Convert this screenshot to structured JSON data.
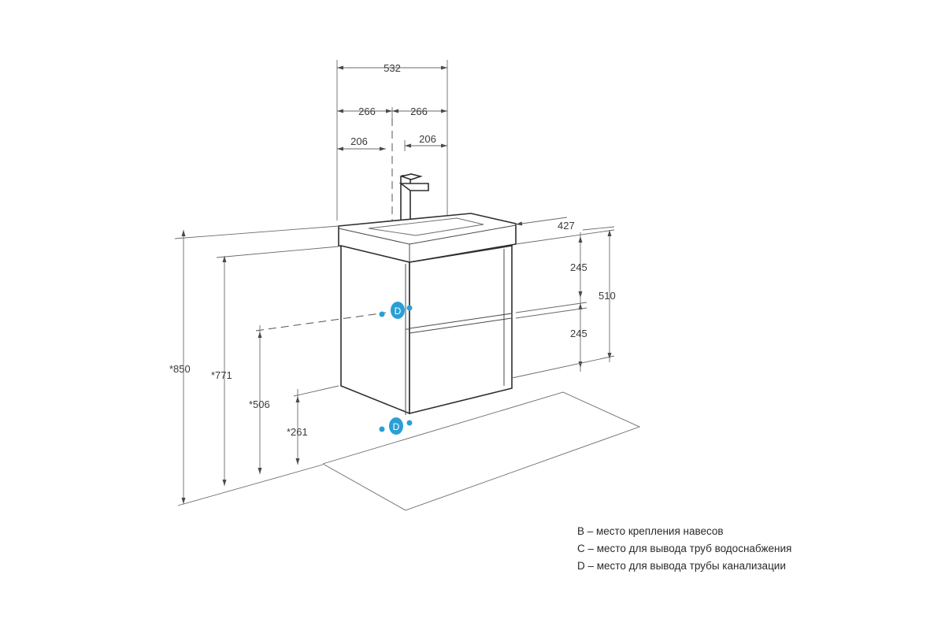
{
  "dimensions": {
    "total_width": "532",
    "half_left": "266",
    "half_right": "266",
    "offset_left": "206",
    "offset_right": "206",
    "depth": "427",
    "height_upper": "245",
    "height_lower": "245",
    "height_total_side": "510",
    "height_850": "*850",
    "height_771": "*771",
    "height_506": "*506",
    "height_261": "*261"
  },
  "markers": {
    "upper": "D",
    "lower": "D"
  },
  "legend": [
    "B – место крепления навесов",
    "C – место для вывода труб водоснабжения",
    "D – место для вывода трубы канализации"
  ],
  "colors": {
    "marker": "#2a9fd6",
    "lines": "#4a4a4a"
  }
}
